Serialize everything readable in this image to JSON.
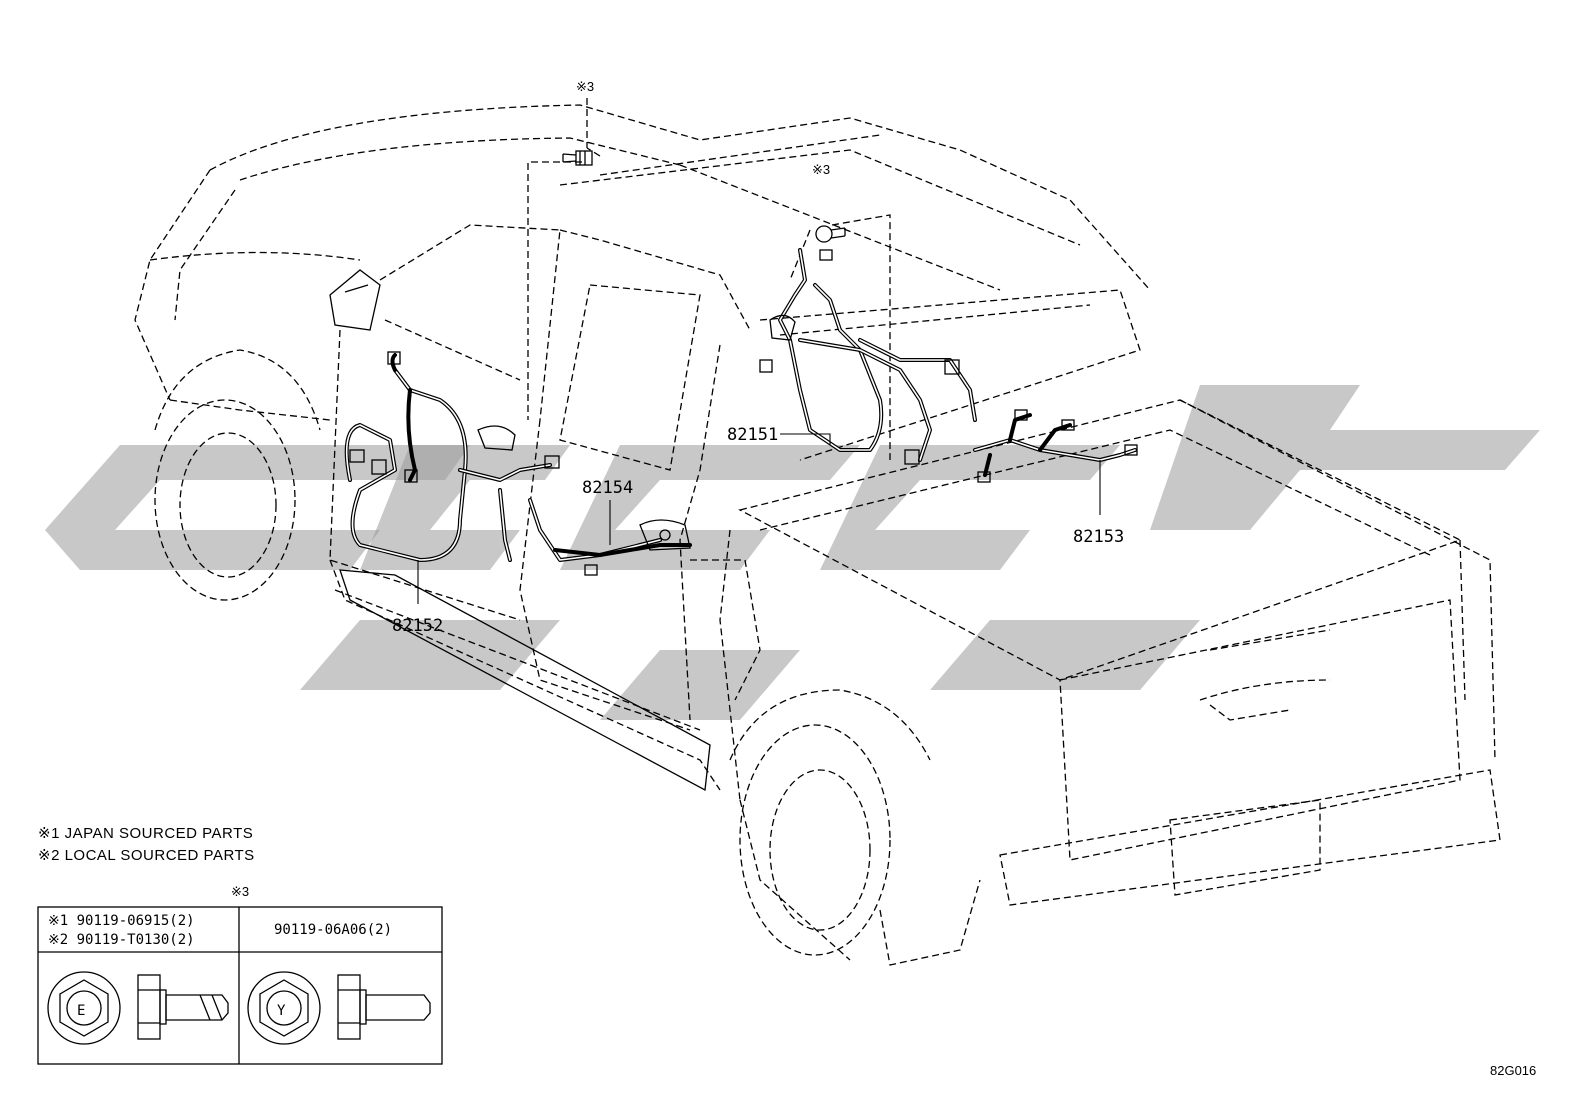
{
  "parts": {
    "p82151": "82151",
    "p82152": "82152",
    "p82153": "82153",
    "p82154": "82154"
  },
  "markers": {
    "ref3": "※3"
  },
  "notes": {
    "note1": "※1  JAPAN SOURCED PARTS",
    "note2": "※2  LOCAL SOURCED PARTS"
  },
  "table": {
    "header": "※3",
    "left_line1": "※1  90119-06915(2)",
    "left_line2": "※2  90119-T0130(2)",
    "right_line": "90119-06A06(2)",
    "bolt_left_mark": "E",
    "bolt_right_mark": "Y"
  },
  "figure_code": "82G016"
}
